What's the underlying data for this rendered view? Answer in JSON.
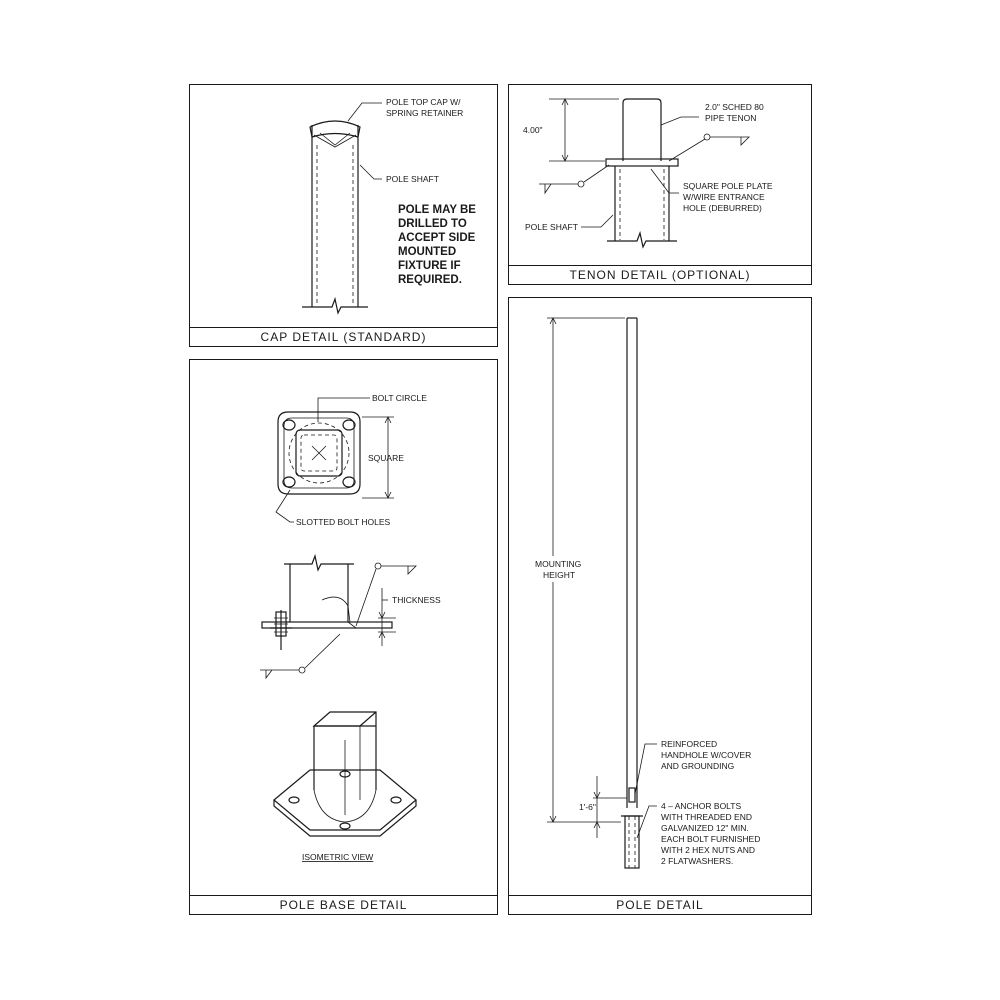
{
  "panels": {
    "cap": {
      "title": "CAP DETAIL (STANDARD)",
      "labels": {
        "top_cap": [
          "POLE TOP CAP W/",
          "SPRING RETAINER"
        ],
        "shaft": "POLE SHAFT",
        "note": [
          "POLE MAY BE",
          "DRILLED TO",
          "ACCEPT SIDE",
          "MOUNTED",
          "FIXTURE IF",
          "REQUIRED."
        ]
      }
    },
    "tenon": {
      "title": "TENON DETAIL (OPTIONAL)",
      "labels": {
        "height": "4.00\"",
        "pipe": [
          "2.0\" SCHED 80",
          "PIPE TENON"
        ],
        "plate": [
          "SQUARE POLE PLATE",
          "W/WIRE ENTRANCE",
          "HOLE (DEBURRED)"
        ],
        "shaft": "POLE SHAFT"
      }
    },
    "base": {
      "title": "POLE BASE DETAIL",
      "labels": {
        "bolt_circle": "BOLT CIRCLE",
        "square": "SQUARE",
        "slotted": "SLOTTED BOLT HOLES",
        "thickness": "THICKNESS",
        "isometric": "ISOMETRIC VIEW"
      }
    },
    "pole": {
      "title": "POLE DETAIL",
      "labels": {
        "mounting": [
          "MOUNTING",
          "HEIGHT"
        ],
        "offset": "1'-6\"",
        "handhole": [
          "REINFORCED",
          "HANDHOLE W/COVER",
          "AND GROUNDING"
        ],
        "anchor": [
          "4 – ANCHOR BOLTS",
          "WITH THREADED END",
          "GALVANIZED 12\" MIN.",
          "EACH BOLT FURNISHED",
          "WITH 2 HEX NUTS AND",
          "2 FLATWASHERS."
        ]
      }
    }
  }
}
